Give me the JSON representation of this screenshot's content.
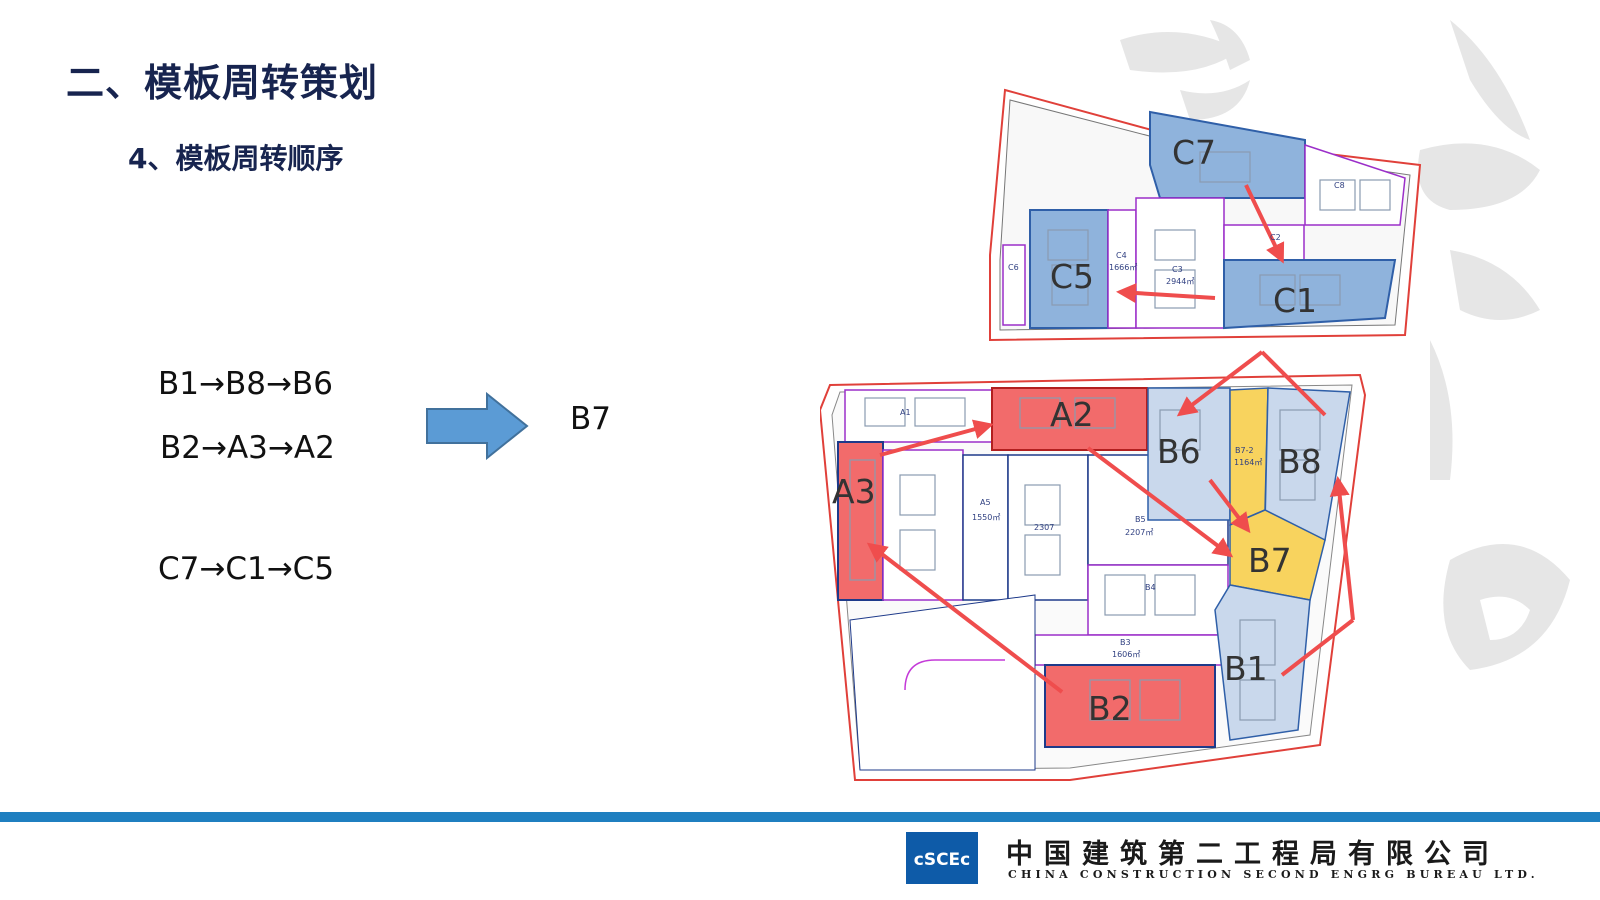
{
  "header": {
    "title": "二、模板周转策划",
    "subtitle": "4、模板周转顺序"
  },
  "sequences": [
    "B1→B8→B6",
    "B2→A3→A2",
    "C7→C1→C5"
  ],
  "target": "B7",
  "map": {
    "labels": {
      "C7": "C7",
      "C5": "C5",
      "C1": "C1",
      "A2": "A2",
      "A3": "A3",
      "B6": "B6",
      "B8": "B8",
      "B7": "B7",
      "B1": "B1",
      "B2": "B2"
    },
    "small_labels": {
      "A1": "A1",
      "A5": "A5",
      "A5_area": "1550㎡",
      "A4_area": "2307",
      "B5": "B5",
      "B5_area": "2207㎡",
      "B4": "B4",
      "B3": "B3",
      "B3_area": "1606㎡",
      "B7_2": "B7-2",
      "B7_2_area": "1164㎡",
      "C4": "C4",
      "C4_area": "1666㎡",
      "C6": "C6",
      "C3": "C3",
      "C3_area": "2944㎡",
      "C2": "C2",
      "C8": "C8"
    },
    "colors": {
      "red_zone": "#f26b6b",
      "blue_zone": "#8fb3dc",
      "light_blue_zone": "#c9d8ec",
      "yellow_zone": "#f8d35e",
      "arrow": "#ef4d4d",
      "boundary": "#e0403a",
      "inner_line": "#9b2fc9"
    }
  },
  "footer": {
    "company_cn": "中国建筑第二工程局有限公司",
    "company_en": "CHINA CONSTRUCTION SECOND ENGRG BUREAU LTD.",
    "logo_text": "cSCEc",
    "bar_color": "#1f7fc0"
  }
}
